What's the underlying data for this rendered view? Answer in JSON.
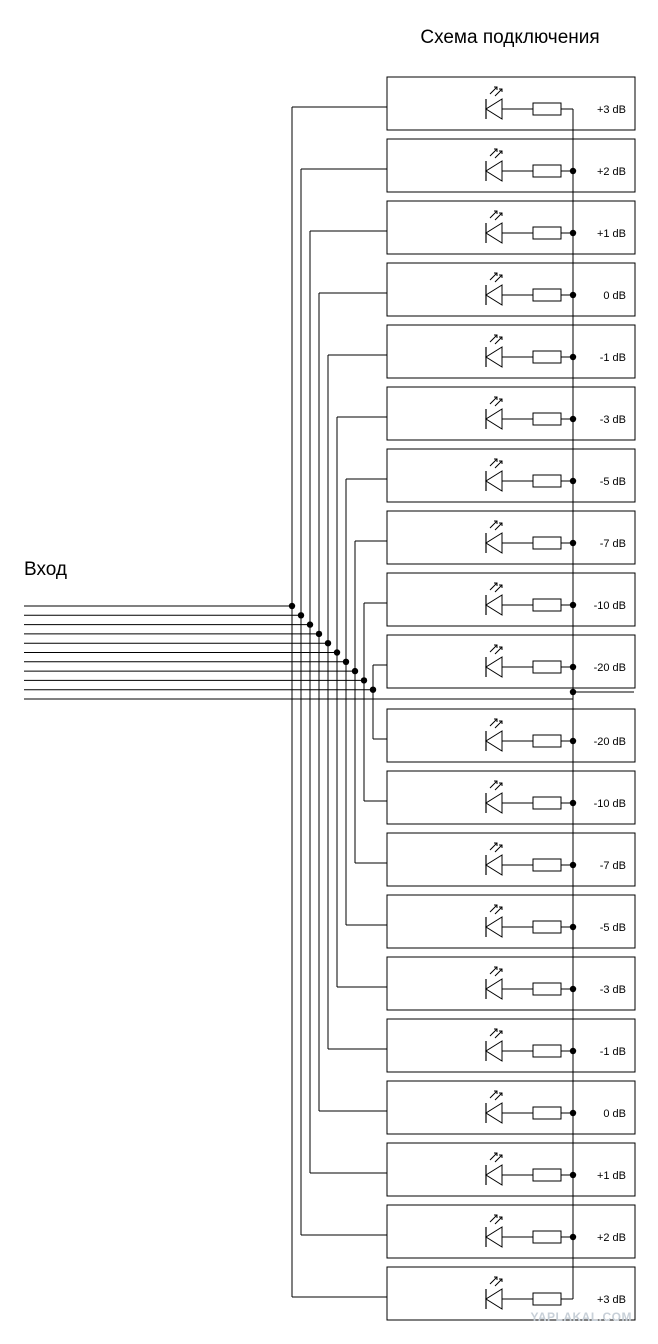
{
  "title": "Схема подключения",
  "input_label": "Вход",
  "watermark": "YAPLAKAL.COM",
  "upper_channels": [
    "+3 dB",
    "+2 dB",
    "+1 dB",
    "0 dB",
    "-1 dB",
    "-3 dB",
    "-5 dB",
    "-7 dB",
    "-10 dB",
    "-20 dB"
  ],
  "lower_channels": [
    "-20 dB",
    "-10 dB",
    "-7 dB",
    "-5 dB",
    "-3 dB",
    "-1 dB",
    "0 dB",
    "+1 dB",
    "+2 dB",
    "+3 dB"
  ],
  "colors": {
    "line": "#000000",
    "background": "#ffffff"
  }
}
